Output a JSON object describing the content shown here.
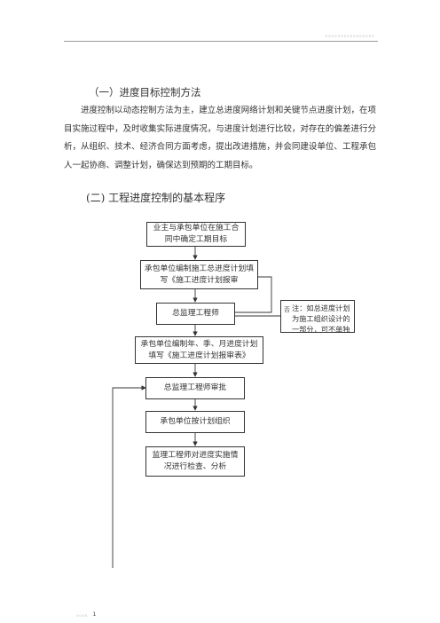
{
  "header": {
    "text": "。。。。。。。。。。。。。。。。"
  },
  "section1": {
    "title": "（一）进度目标控制方法",
    "body": "进度控制以动态控制方法为主，建立总进度网络计划和关键节点进度计划，在项目实施过程中，及时收集实际进度情况，与进度计划进行比较，对存在的偏差进行分析，从组织、技术、经济合同方面考虑，提出改进措施，并会同建设单位、工程承包人一起协商、调整计划，确保达到预期的工期目标。"
  },
  "section2": {
    "title": "(二) 工程进度控制的基本程序"
  },
  "flow": {
    "step1": "业主与承包单位在施工合同中确定工期目标",
    "step2": "承包单位编制施工总进度计划填写《施工进度计划报审",
    "step3": "总监理工程师",
    "step4": "承包单位编制年、季、月进度计划填写《施工进度计划报审表》",
    "step5": "总监理工程师审批",
    "step6": "承包单位按计划组织",
    "step7": "监理工程师对进度实施情况进行检查、分析",
    "note_mark": "否",
    "note_text": "注：如总进度计划为施工组织设计的一部分，可不单独"
  },
  "footer": {
    "prefix": "。。。。",
    "page": "1"
  }
}
